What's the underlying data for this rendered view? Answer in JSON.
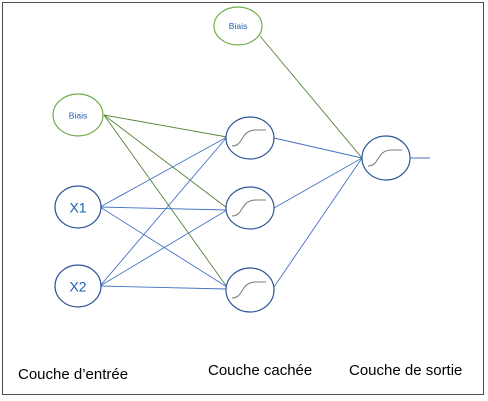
{
  "nodes": {
    "bias_input": {
      "label": "Biais"
    },
    "x1": {
      "label": "X1"
    },
    "x2": {
      "label": "X2"
    },
    "bias_hidden": {
      "label": "Biais"
    }
  },
  "captions": {
    "input_layer": "Couche d’entrée",
    "hidden_layer": "Couche cachée",
    "output_layer": "Couche de sortie"
  },
  "colors": {
    "neuron_stroke": "#2f5597",
    "bias_stroke": "#70ad47",
    "weight_line": "#4472c4",
    "bias_line": "#548235",
    "text_blue": "#1f5fb4"
  },
  "icons": {
    "activation": "sigmoid-icon"
  }
}
